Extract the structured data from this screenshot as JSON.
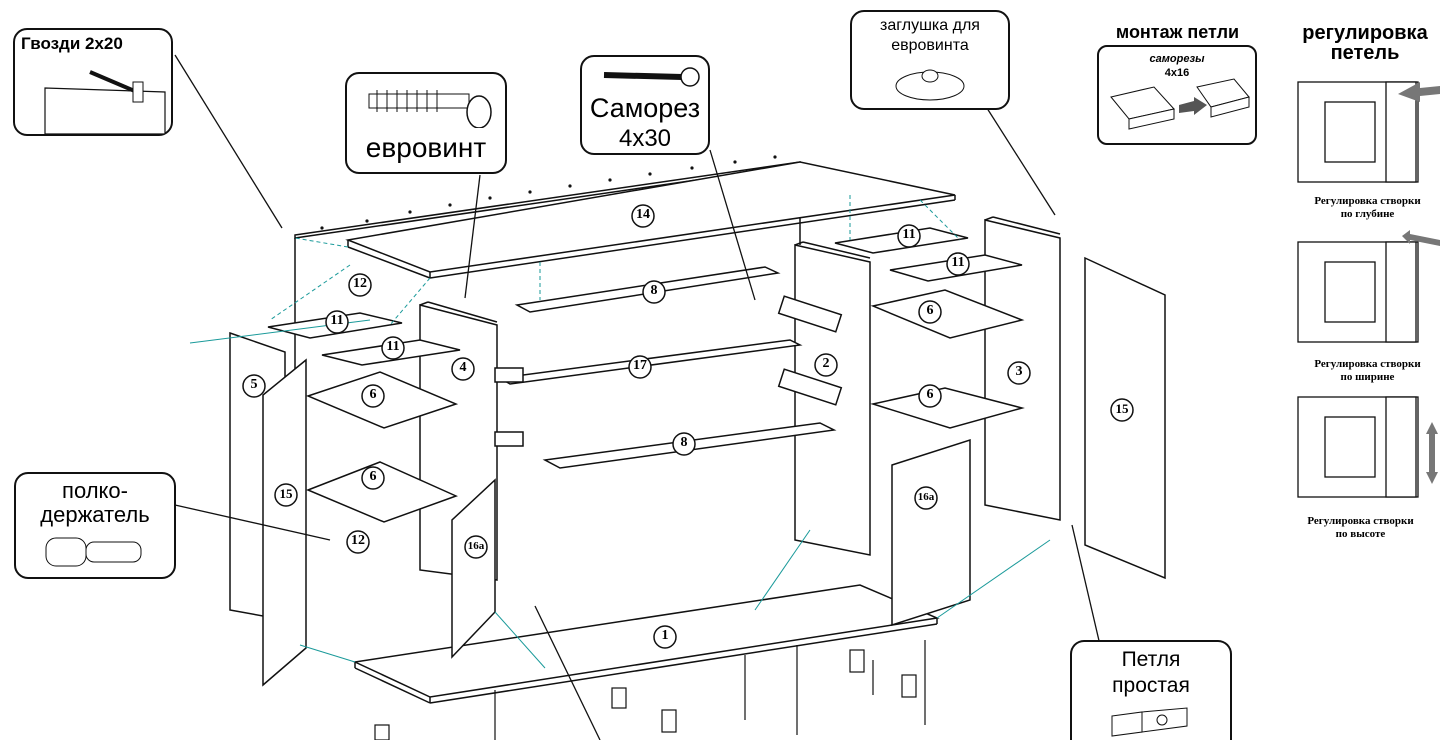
{
  "callouts": {
    "nails": "Гвозди 2х20",
    "eurovint": "евровинт",
    "samorez_l1": "Саморез",
    "samorez_l2": "4х30",
    "cap_l1": "заглушка для",
    "cap_l2": "евровинта",
    "shelf_support_l1": "полко-",
    "shelf_support_l2": "держатель",
    "hinge_simple_l1": "Петля",
    "hinge_simple_l2": "простая"
  },
  "hinge_mount": {
    "title": "монтаж петли",
    "screws_l1": "саморезы",
    "screws_l2": "4х16"
  },
  "hinge_adjust": {
    "title_l1": "регулировка",
    "title_l2": "петель",
    "depth_l1": "Регулировка створки",
    "depth_l2": "по глубине",
    "width_l1": "Регулировка створки",
    "width_l2": "по ширине",
    "height_l1": "Регулировка створки",
    "height_l2": "по высоте"
  },
  "part_labels": [
    "14",
    "12",
    "11",
    "11",
    "11",
    "11",
    "8",
    "8",
    "17",
    "6",
    "6",
    "6",
    "6",
    "5",
    "4",
    "2",
    "3",
    "15",
    "15",
    "16а",
    "16а",
    "12",
    "1"
  ],
  "colors": {
    "line": "#111111",
    "accent": "#1a9a9a",
    "panel": "#ffffff"
  }
}
